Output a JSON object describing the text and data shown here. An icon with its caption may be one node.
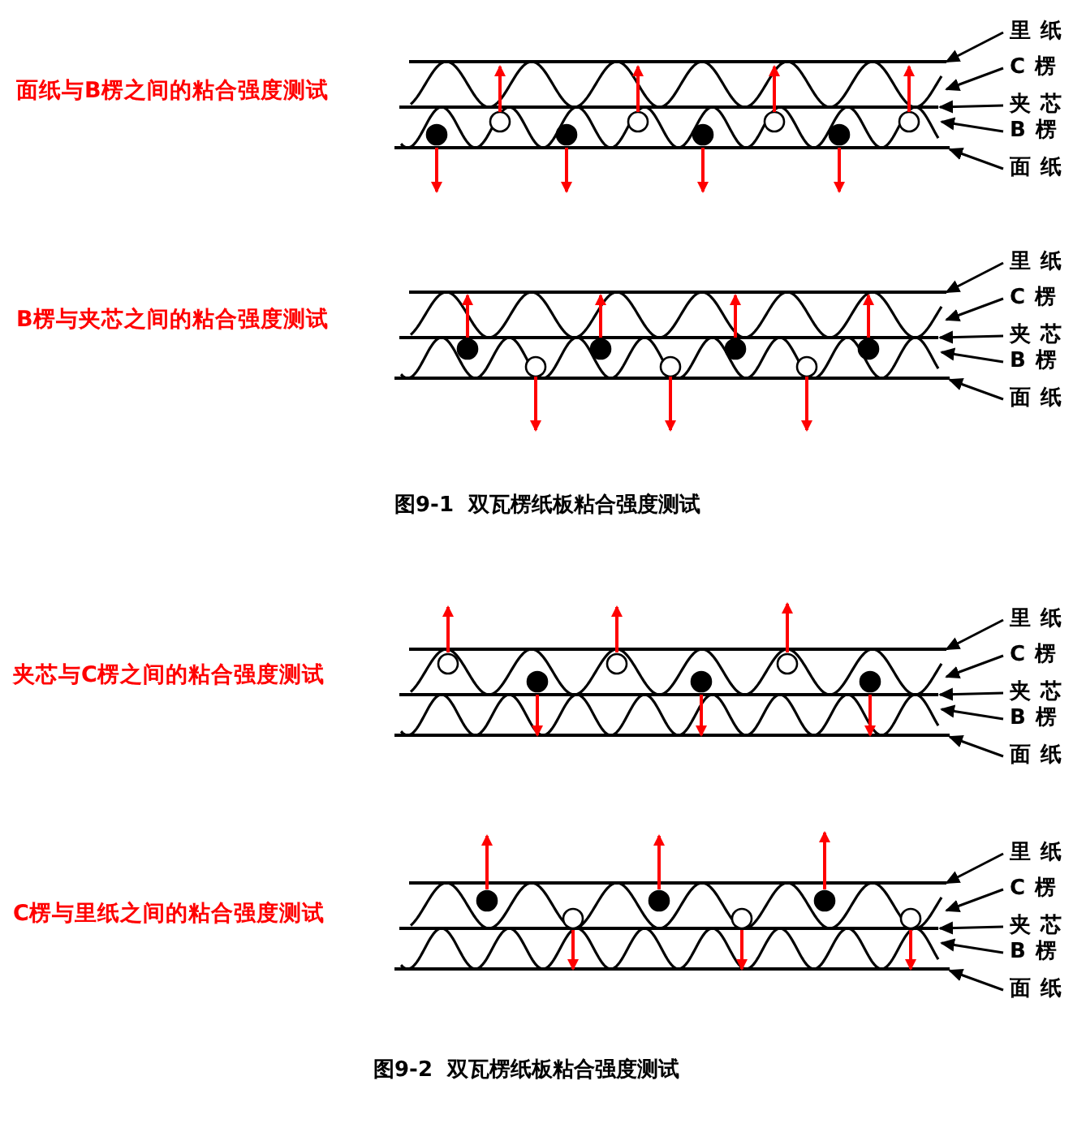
{
  "diagram": {
    "nodes": [
      {
        "text": [],
        "shape": "picture"
      },
      {
        "text": [
          "里纸"
        ]
      },
      {
        "text": [
          "C楞"
        ]
      },
      {
        "text": [
          "夹芯"
        ]
      },
      {
        "text": [
          "B楞"
        ]
      },
      {
        "text": [
          "面纸"
        ]
      },
      {
        "text": [],
        "shape": "picture"
      },
      {
        "text": [
          "里纸"
        ]
      },
      {
        "text": [
          "C楞"
        ]
      },
      {
        "text": [
          "夹芯"
        ]
      },
      {
        "text": [
          "B楞"
        ]
      },
      {
        "text": [
          "面纸"
        ]
      },
      {
        "text": [],
        "shape": "picture"
      },
      {
        "text": [
          "里纸"
        ]
      },
      {
        "text": [
          "C楞"
        ]
      },
      {
        "text": [
          "夹芯"
        ]
      },
      {
        "text": [
          "B楞"
        ]
      },
      {
        "text": [
          "面纸"
        ]
      },
      {
        "text": [],
        "shape": "picture"
      },
      {
        "text": [
          "里纸"
        ]
      },
      {
        "text": [
          "C楞"
        ]
      },
      {
        "text": [
          "夹芯"
        ]
      },
      {
        "text": [
          "B楞"
        ]
      },
      {
        "text": [
          "面纸"
        ]
      }
    ],
    "edges": [
      {
        "from": 1,
        "to": 0,
        "arrow": "to"
      },
      {
        "from": 2,
        "to": 0,
        "arrow": "to"
      },
      {
        "from": 3,
        "to": 0,
        "arrow": "to"
      },
      {
        "from": 4,
        "to": 0,
        "arrow": "to"
      },
      {
        "from": 5,
        "to": 0,
        "arrow": "to"
      },
      {
        "from": 7,
        "to": 6,
        "arrow": "to"
      },
      {
        "from": 8,
        "to": 6,
        "arrow": "to"
      },
      {
        "from": 9,
        "to": 6,
        "arrow": "to"
      },
      {
        "from": 10,
        "to": 6,
        "arrow": "to"
      },
      {
        "from": 11,
        "to": 6,
        "arrow": "to"
      },
      {
        "from": 13,
        "to": 12,
        "arrow": "to"
      },
      {
        "from": 14,
        "to": 12,
        "arrow": "to"
      },
      {
        "from": 15,
        "to": 12,
        "arrow": "to"
      },
      {
        "from": 16,
        "to": 12,
        "arrow": "to"
      },
      {
        "from": 17,
        "to": 12,
        "arrow": "to"
      },
      {
        "from": 19,
        "to": 18,
        "arrow": "to"
      },
      {
        "from": 20,
        "to": 18,
        "arrow": "to"
      },
      {
        "from": 21,
        "to": 18,
        "arrow": "to"
      },
      {
        "from": 22,
        "to": 18,
        "arrow": "to"
      },
      {
        "from": 23,
        "to": 18,
        "arrow": "to"
      }
    ],
    "labels": [
      "面纸与B楞之间的粘合强度测试",
      "B楞与夹芯之间的粘合强度测试",
      "图9-1  双瓦楞纸板粘合强度测试",
      "夹芯与C楞之间的粘合强度测试",
      "C楞与里纸之间的粘合强度测试",
      "图9-2  双瓦楞纸板粘合强度测试"
    ]
  }
}
